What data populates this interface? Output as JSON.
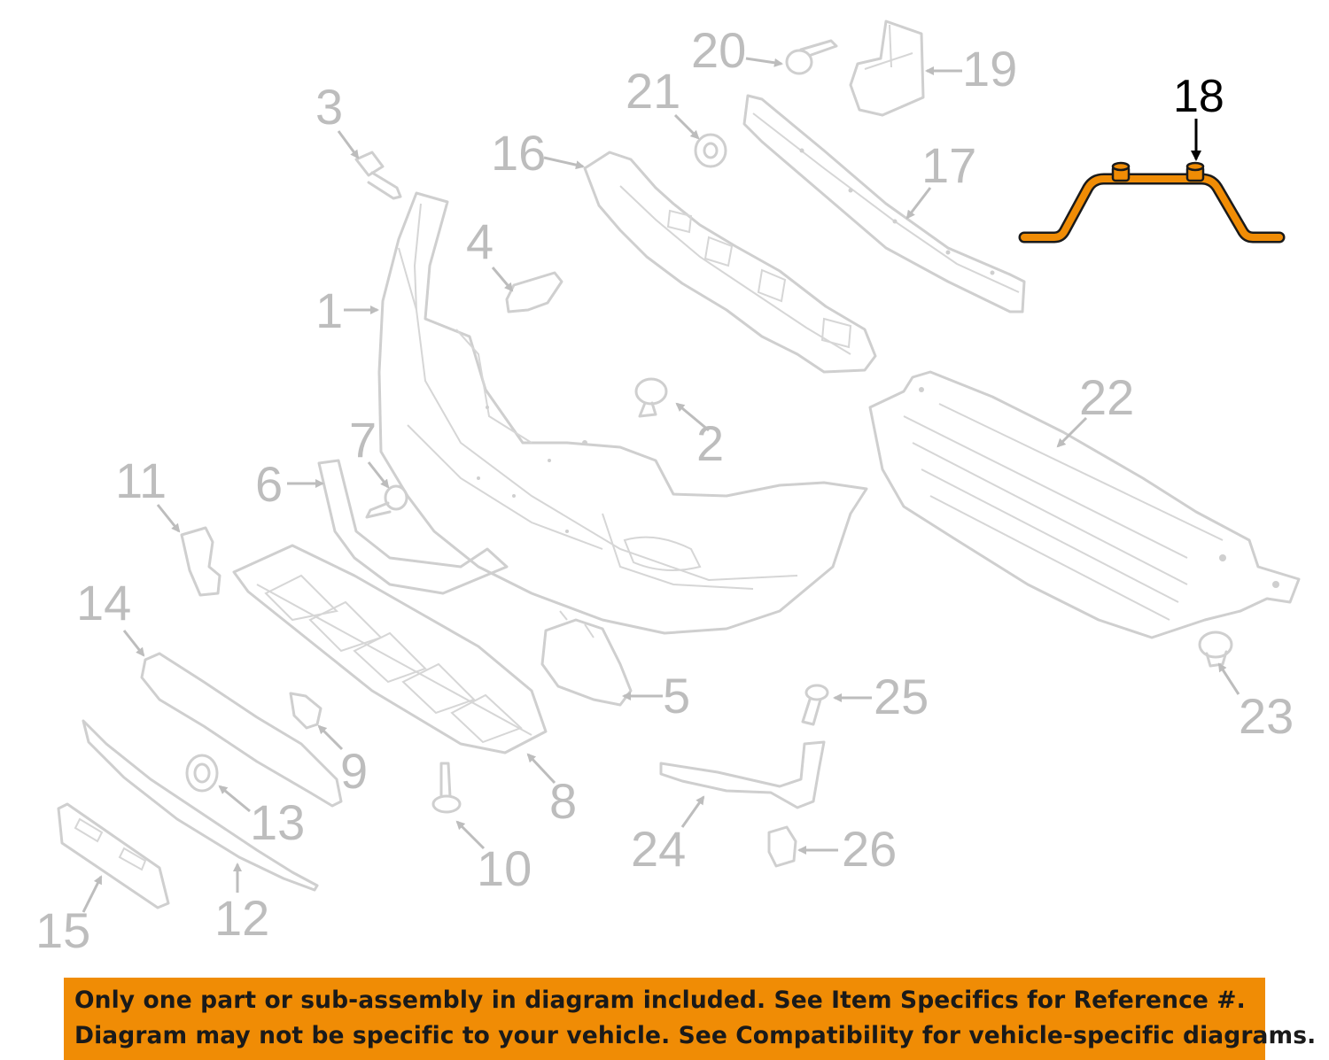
{
  "diagram": {
    "highlight_color": "#f08c05",
    "highlighted_part": "18",
    "callouts": [
      "1",
      "2",
      "3",
      "4",
      "5",
      "6",
      "7",
      "8",
      "9",
      "10",
      "11",
      "12",
      "13",
      "14",
      "15",
      "16",
      "17",
      "18",
      "19",
      "20",
      "21",
      "22",
      "23",
      "24",
      "25",
      "26"
    ]
  },
  "notice": {
    "line1": "Only one part or sub-assembly in diagram included. See Item Specifics for Reference #.",
    "line2": "Diagram may not be specific to your vehicle. See Compatibility for vehicle-specific diagrams.",
    "background": "#f08c05"
  }
}
